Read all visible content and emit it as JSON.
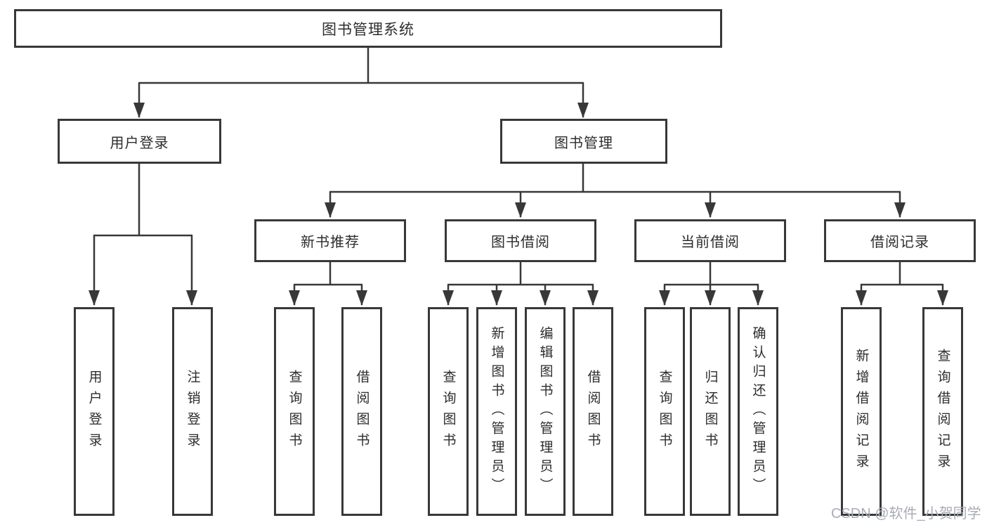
{
  "diagram": {
    "nodes": {
      "root": {
        "label": "图书管理系统"
      },
      "user_login": {
        "label": "用户登录"
      },
      "book_mgmt": {
        "label": "图书管理"
      },
      "new_book_rec": {
        "label": "新书推荐"
      },
      "book_borrow": {
        "label": "图书借阅"
      },
      "current_borrow": {
        "label": "当前借阅"
      },
      "borrow_records": {
        "label": "借阅记录"
      },
      "leaf_user_login": {
        "label": "用户登录"
      },
      "leaf_logout": {
        "label": "注销登录"
      },
      "rec_query_book": {
        "label": "查询图书"
      },
      "rec_borrow_book": {
        "label": "借阅图书"
      },
      "bb_query_book": {
        "label": "查询图书"
      },
      "bb_add_book": {
        "label": "新增图书（管理员）"
      },
      "bb_edit_book": {
        "label": "编辑图书（管理员）"
      },
      "bb_borrow_book": {
        "label": "借阅图书"
      },
      "cb_query_book": {
        "label": "查询图书"
      },
      "cb_return_book": {
        "label": "归还图书"
      },
      "cb_confirm_return": {
        "label": "确认归还（管理员）"
      },
      "br_add_record": {
        "label": "新增借阅记录"
      },
      "br_query_record": {
        "label": "查询借阅记录"
      }
    },
    "colors": {
      "line": "#383838",
      "text": "#2d2d2d",
      "watermark": "#a8adb5",
      "background": "#ffffff"
    }
  },
  "watermark": {
    "text": "CSDN @软件_小贺同学"
  }
}
